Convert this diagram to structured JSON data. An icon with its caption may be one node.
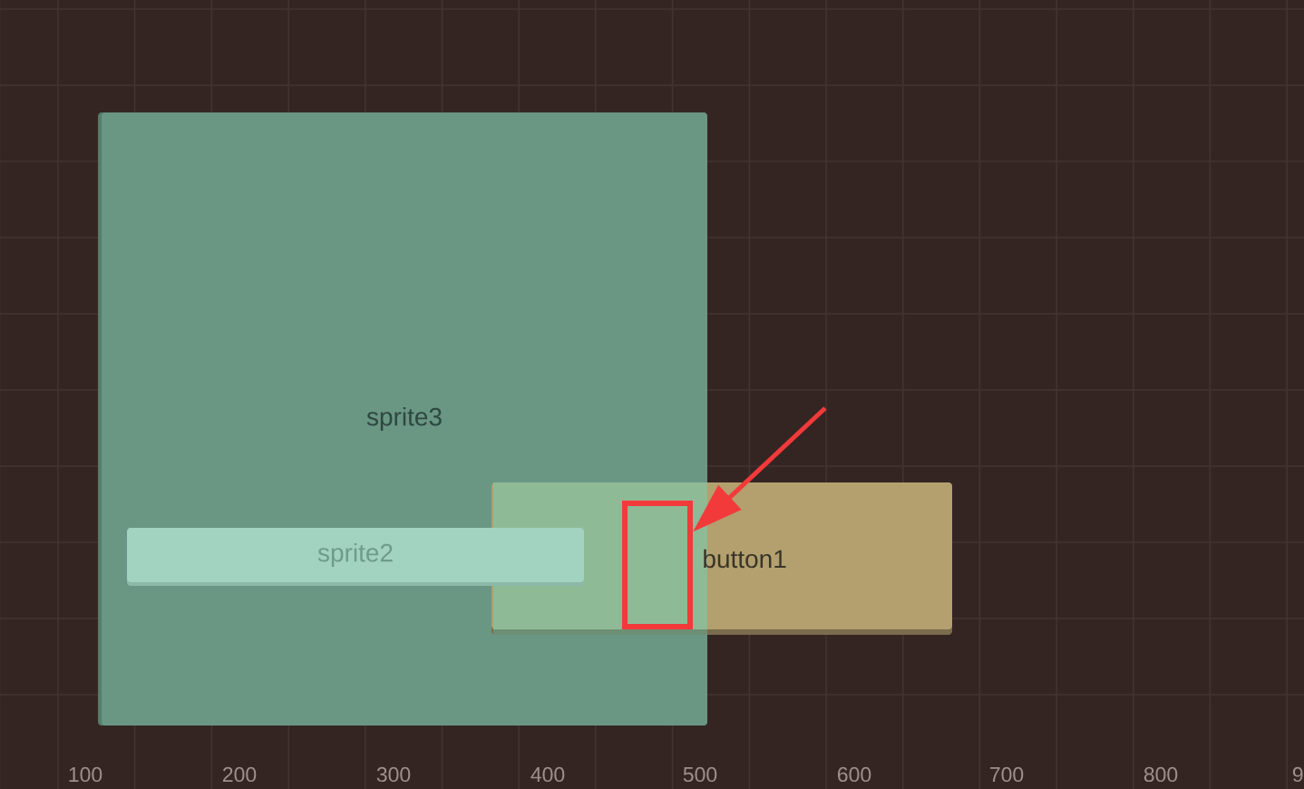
{
  "diagram": {
    "nodes": [
      {
        "text": [
          "sprite3"
        ]
      },
      {
        "text": [
          "sprite2"
        ],
        "in": 0
      },
      {
        "text": [
          "button1"
        ]
      },
      {
        "text": [],
        "shape": "box"
      }
    ],
    "edges": [
      {
        "from": null,
        "to": 3,
        "arrow": "to",
        "color": "#f23a3a"
      }
    ],
    "labels": [
      "100",
      "200",
      "300",
      "400",
      "500",
      "600",
      "700",
      "800",
      "9"
    ]
  }
}
